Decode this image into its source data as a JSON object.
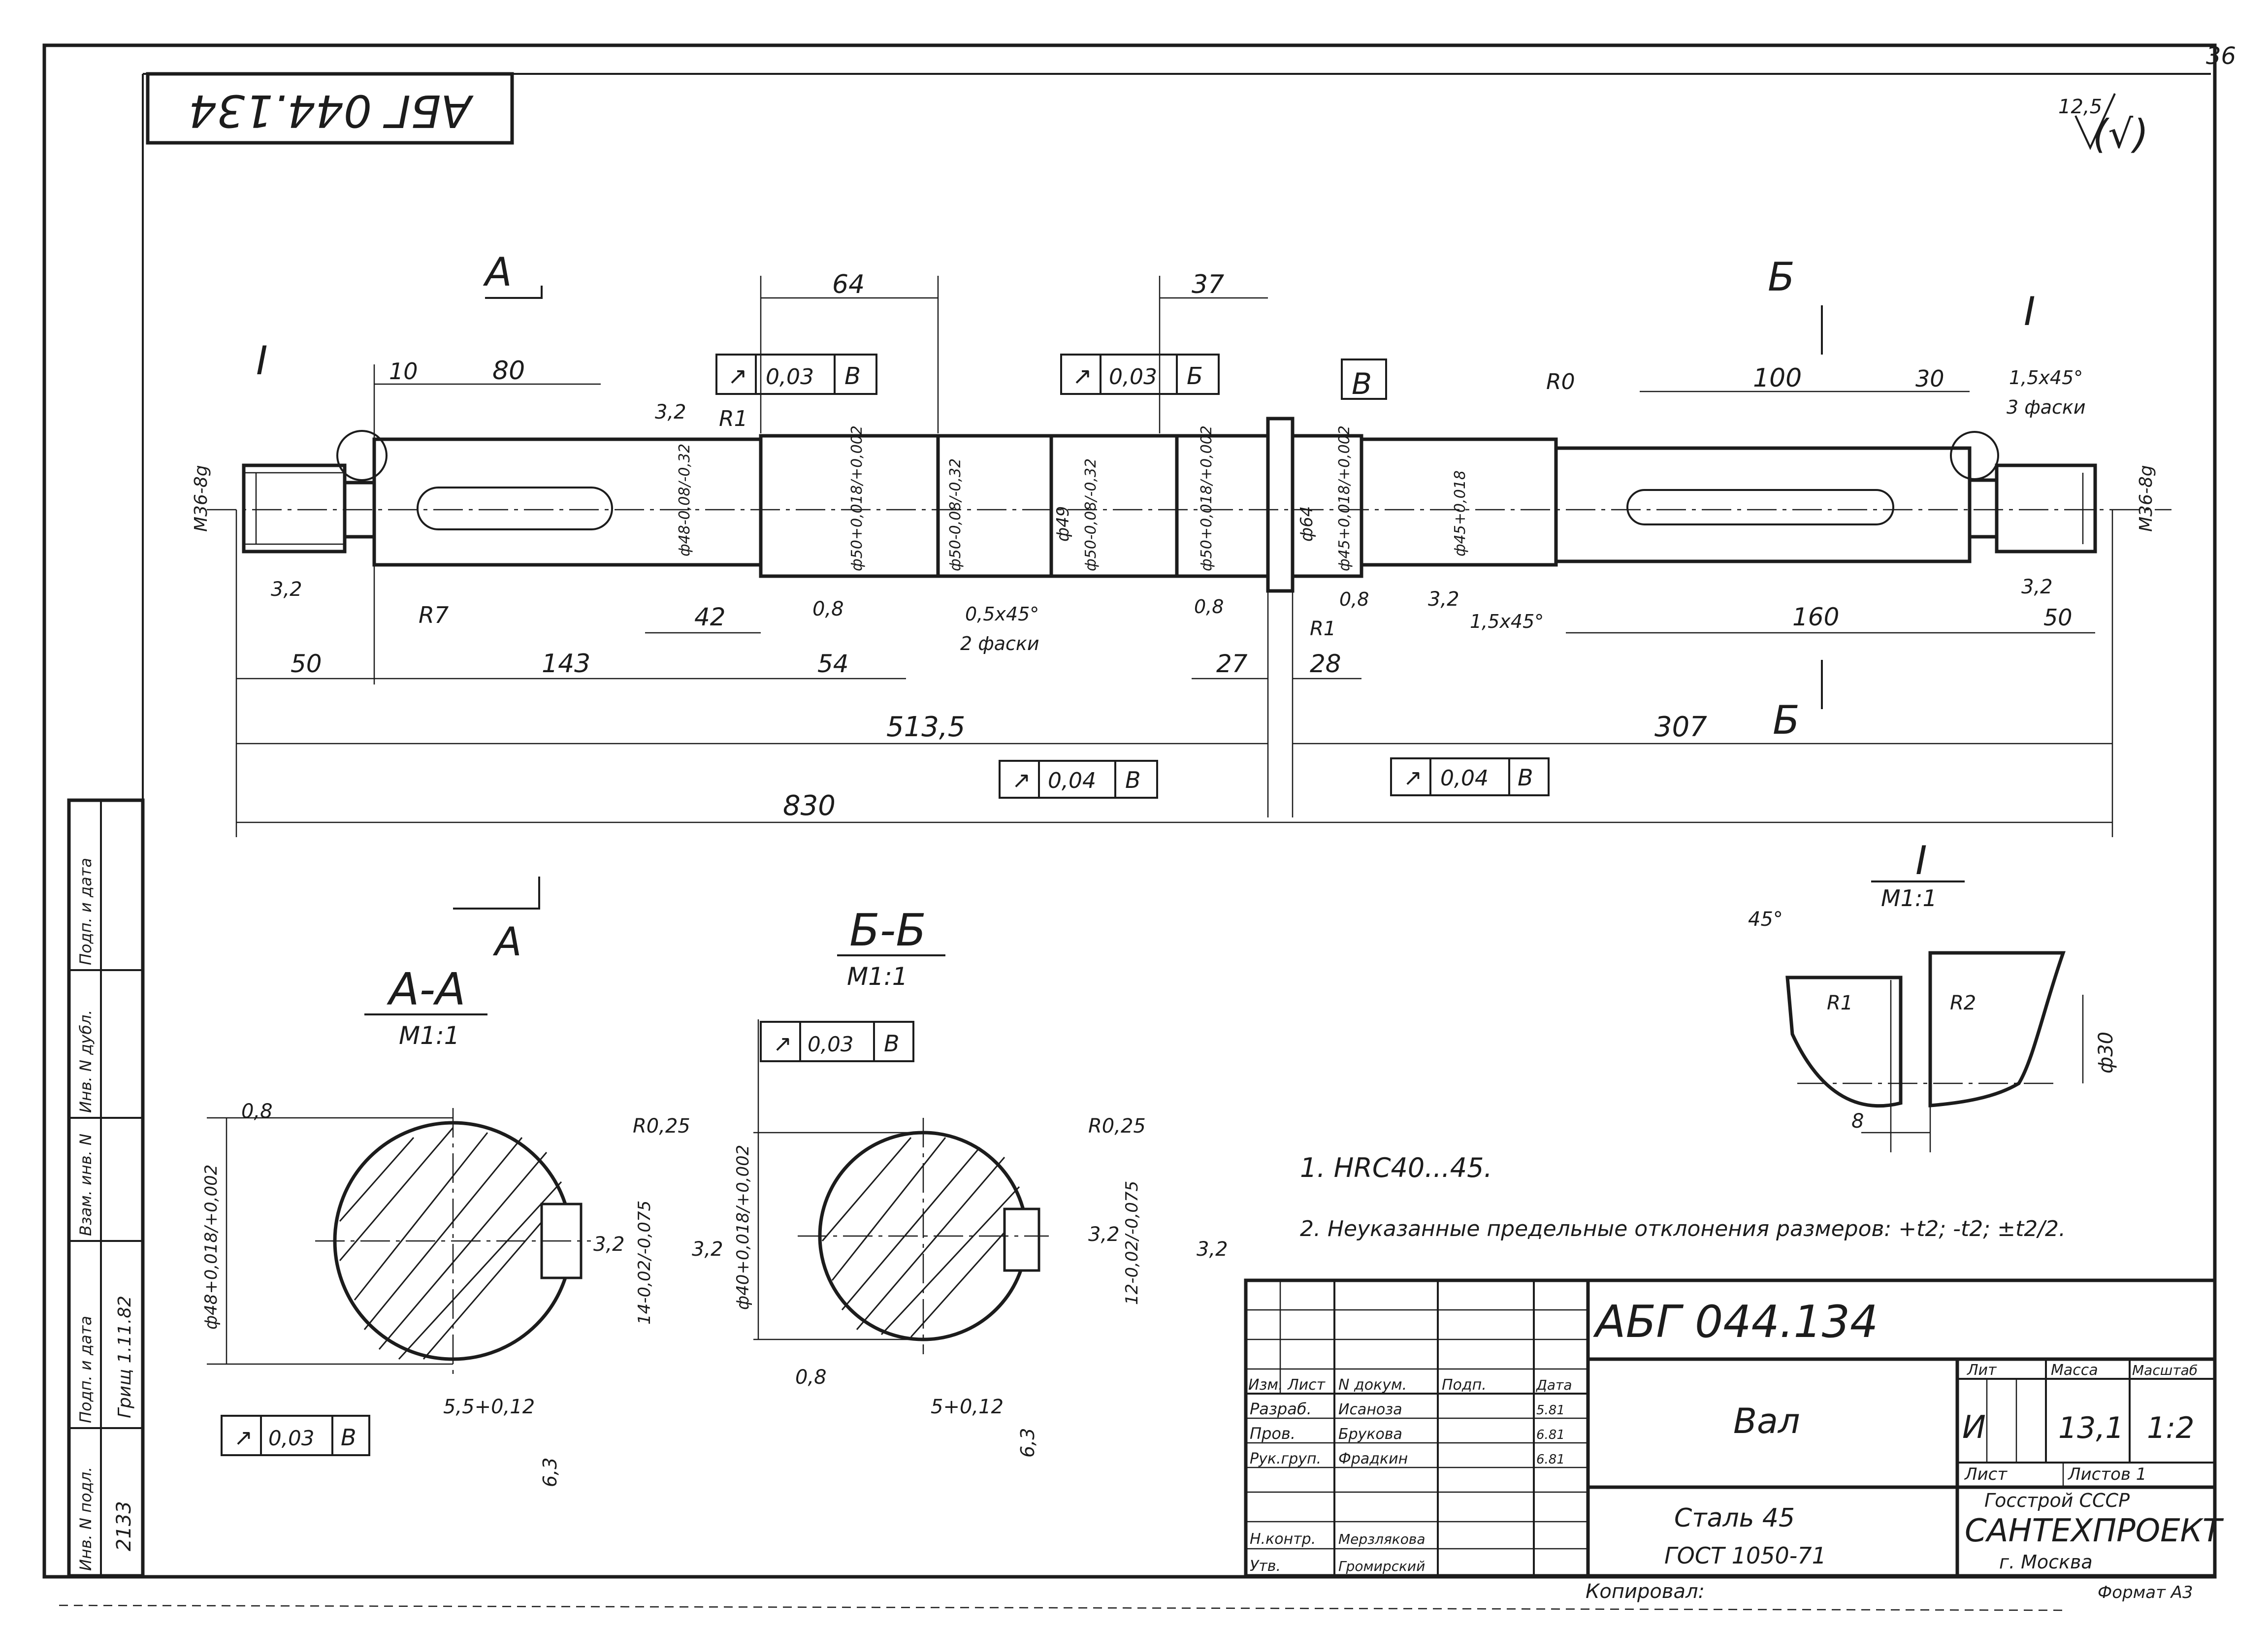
{
  "stamp": {
    "doc_code": "АБГ 044.134",
    "sheet_fragment": "36"
  },
  "roughness": {
    "value": "12,5",
    "suffix": "(√)"
  },
  "shaft": {
    "views": {
      "a_marker": "А",
      "b_marker": "Б",
      "detail_marker": "I",
      "datum": "В"
    },
    "dims": {
      "d10": "10",
      "d80": "80",
      "d64top": "64",
      "d37": "37",
      "d100": "100",
      "d30": "30",
      "d42": "42",
      "d54": "54",
      "d50l": "50",
      "d143": "143",
      "d27": "27",
      "d28": "28",
      "d160": "160",
      "d50r": "50",
      "d513": "513,5",
      "d307": "307",
      "d830": "830"
    },
    "diameters": {
      "m36l": "M36-8g",
      "m36r": "M36-8g",
      "d48": "ф48-0,08/-0,32",
      "d50tol": "ф50+0,018/+0,002",
      "d50b": "ф50-0,08/-0,32",
      "d49": "ф49",
      "d50c": "ф50-0,08/-0,32",
      "d50d": "ф50+0,018/+0,002",
      "d64": "ф64",
      "d45a": "ф45+0,018/+0,002",
      "d45b": "ф45+0,018"
    },
    "labels": {
      "r1top": "R1",
      "r0": "R0",
      "r7": "R7",
      "r1bot": "R1",
      "chamfer_r": "1,5x45°",
      "chamfer_r_note": "3 фаски",
      "chamfer_mid": "0,5x45°",
      "chamfer_mid_note": "2 фаски",
      "chamfer_low": "1,5x45°"
    },
    "roughness_marks": {
      "r32a": "3,2",
      "r32b": "3,2",
      "r08a": "0,8",
      "r08b": "0,8",
      "r08c": "0,8",
      "r32c": "3,2",
      "r32d": "3,2"
    },
    "frames": [
      {
        "sym": "↗",
        "tol": "0,03",
        "datum": "В"
      },
      {
        "sym": "↗",
        "tol": "0,03",
        "datum": "Б"
      },
      {
        "sym": "↗",
        "tol": "0,04",
        "datum": "В"
      },
      {
        "sym": "↗",
        "tol": "0,04",
        "datum": "В"
      }
    ]
  },
  "sections": {
    "aa": {
      "title": "А-А",
      "scale": "М1:1",
      "r": "R0,25",
      "dia": "ф48+0,018/+0,002",
      "key": "14-0,02/-0,075",
      "depth": "5,5+0,12",
      "r08": "0,8",
      "r32a": "3,2",
      "r32b": "3,2",
      "r63": "6,3",
      "frame": {
        "sym": "↗",
        "tol": "0,03",
        "datum": "В"
      }
    },
    "bb": {
      "title": "Б-Б",
      "scale": "М1:1",
      "r": "R0,25",
      "dia": "ф40+0,018/+0,002",
      "key": "12-0,02/-0,075",
      "depth": "5+0,12",
      "r08": "0,8",
      "r32a": "3,2",
      "r32b": "3,2",
      "r63": "6,3",
      "frame": {
        "sym": "↗",
        "tol": "0,03",
        "datum": "В"
      }
    }
  },
  "detail": {
    "title": "I",
    "scale": "М1:1",
    "angle": "45°",
    "r1": "R1",
    "r2": "R2",
    "dia": "ф30",
    "width": "8"
  },
  "notes": [
    "1. HRC40...45.",
    "2. Неуказанные предельные отклонения размеров: +t2; -t2; ±t2/2."
  ],
  "title_block": {
    "code": "АБГ 044.134",
    "name": "Вал",
    "material_1": "Сталь 45",
    "material_2": "ГОСТ 1050-71",
    "cols": [
      "Изм.",
      "Лист",
      "N докум.",
      "Подп.",
      "Дата"
    ],
    "col_head": "Изм. Лист",
    "lit_label": "Лит",
    "mass_label": "Масса",
    "scale_label": "Масштаб",
    "lit_value": "И",
    "mass_value": "13,1",
    "scale_value": "1:2",
    "sheet_label": "Лист",
    "sheets_label": "Листов 1",
    "roles": [
      {
        "role": "Разраб.",
        "name": "Исаноза",
        "date": "5.81"
      },
      {
        "role": "Пров.",
        "name": "Брукова",
        "date": "6.81"
      },
      {
        "role": "Рук.груп.",
        "name": "Фрадкин",
        "date": "6.81"
      },
      {
        "role": "Н.контр.",
        "name": "Мерзлякова",
        "date": ""
      },
      {
        "role": "Утв.",
        "name": "Громирский",
        "date": ""
      }
    ],
    "org_1": "Госстрой СССР",
    "org_2": "САНТЕХПРОЕКТ",
    "org_3": "г. Москва"
  },
  "side_stamp": {
    "labels": [
      "Инв. N подл.",
      "Подп. и дата",
      "Взам. инв. N",
      "Инв. N дубл.",
      "Подп. и дата"
    ],
    "inv_no": "2133",
    "sign_date": "Грищ 1.11.82"
  },
  "footer": {
    "copied": "Копировал:",
    "format": "Формат А3"
  }
}
